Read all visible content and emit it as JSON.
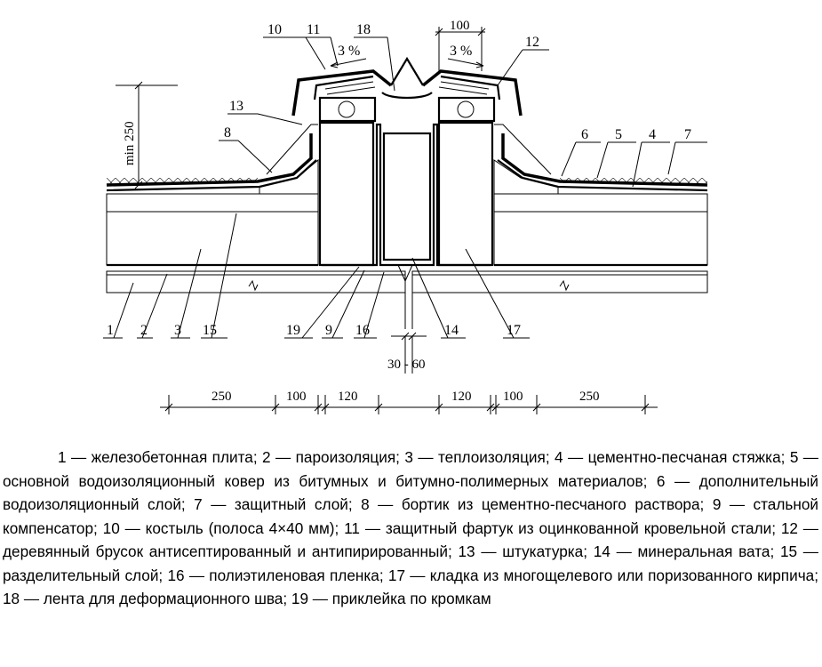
{
  "labels": {
    "l1": "1",
    "l2": "2",
    "l3": "3",
    "l4": "4",
    "l5": "5",
    "l6": "6",
    "l7": "7",
    "l8": "8",
    "l9": "9",
    "l10": "10",
    "l11": "11",
    "l12": "12",
    "l13": "13",
    "l14": "14",
    "l15": "15",
    "l16": "16",
    "l17": "17",
    "l18": "18",
    "l19": "19"
  },
  "dimensions": {
    "slope_left": "3 %",
    "slope_right": "3 %",
    "top_100": "100",
    "min250": "min 250",
    "gap": "30 - 60",
    "bottom_left_250": "250",
    "bottom_left_100": "100",
    "bottom_left_120": "120",
    "bottom_right_120": "120",
    "bottom_right_100": "100",
    "bottom_right_250": "250"
  },
  "caption": "1 — железобетонная плита; 2 — пароизоляция; 3 — теплоизоляция; 4 — цементно-песчаная стяжка; 5 — основной водоизоляционный ковер из битумных и битумно-полимерных материалов; 6 — дополнительный водоизоляционный слой; 7 — защитный слой; 8 — бортик из цементно-песчаного раствора; 9 — стальной компенсатор; 10 — костыль (полоса 4×40 мм); 11 — защитный фартук из оцинкованной кровельной стали; 12 — деревянный брусок антисептированный и антипирированный; 13 — штукатурка; 14 — минеральная вата; 15 — разделительный слой; 16 — полиэтиленовая пленка; 17 — кладка из многощелевого или поризованного кирпича; 18 — лента для деформационного шва; 19 — приклейка по кромкам"
}
